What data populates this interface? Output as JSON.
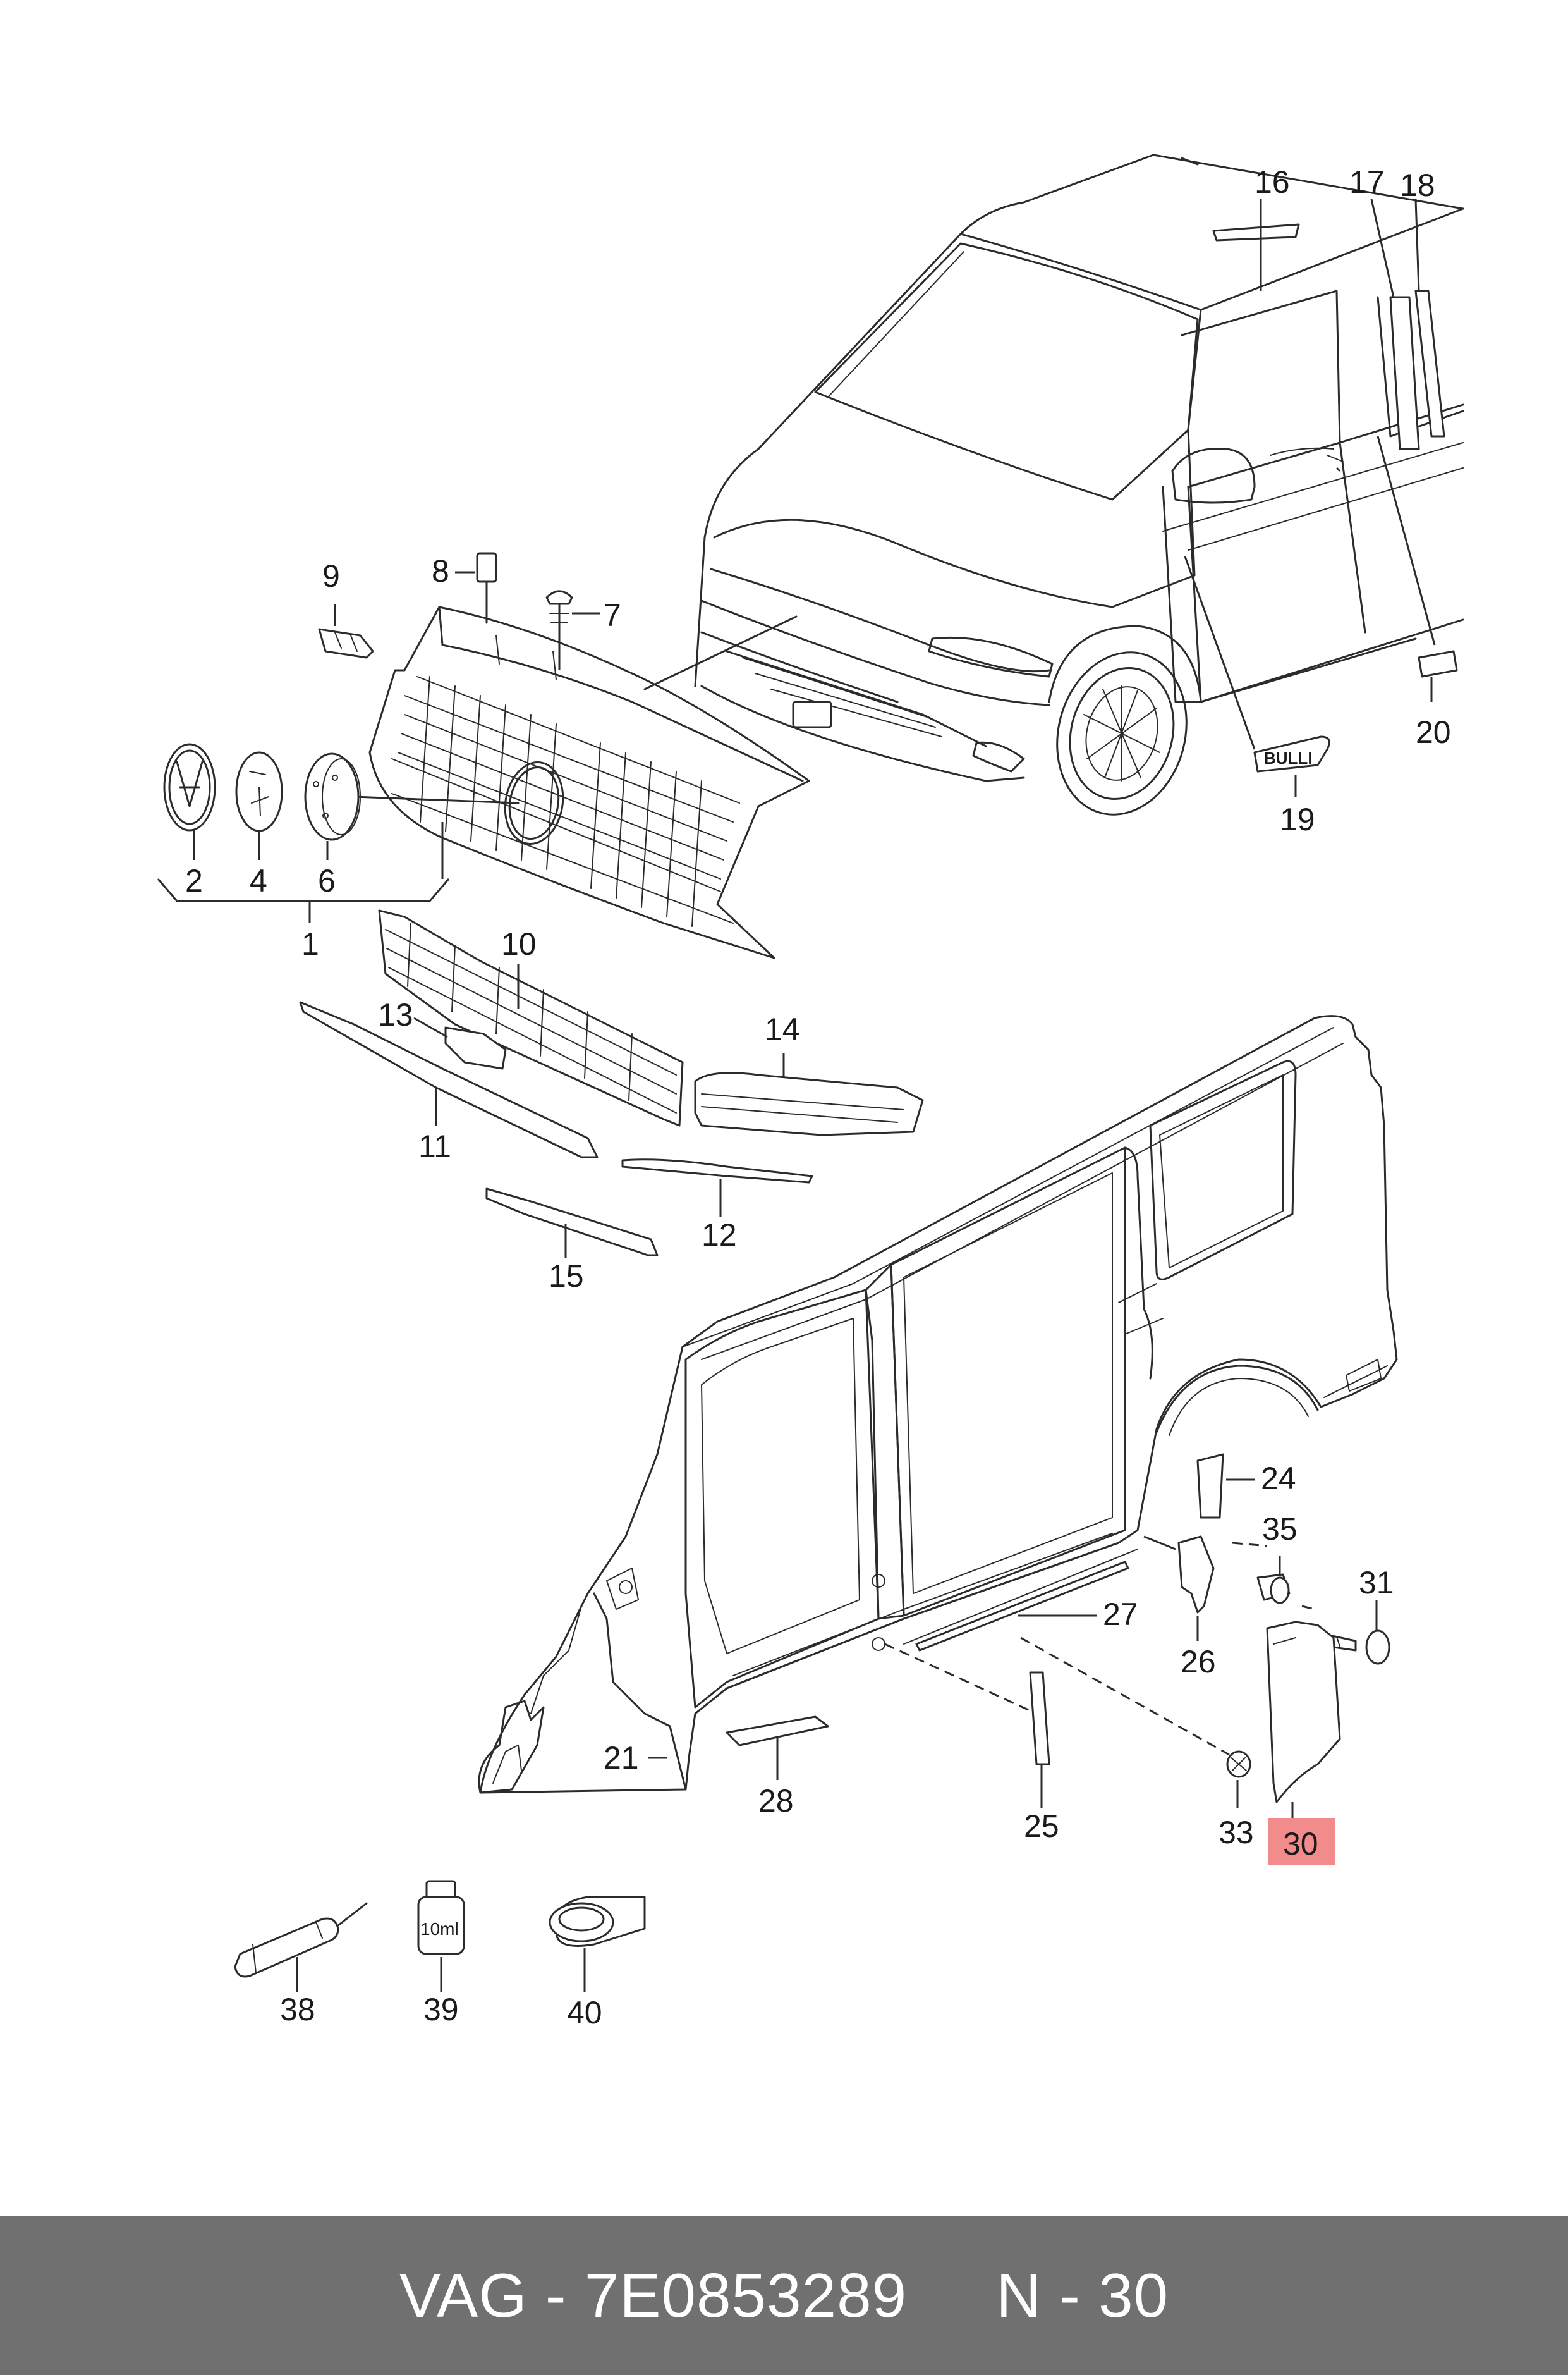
{
  "diagram": {
    "callouts": {
      "c1": "1",
      "c2": "2",
      "c4": "4",
      "c6": "6",
      "c7": "7",
      "c8": "8",
      "c9": "9",
      "c10": "10",
      "c11": "11",
      "c12": "12",
      "c13": "13",
      "c14": "14",
      "c15": "15",
      "c16": "16",
      "c17": "17",
      "c18": "18",
      "c19": "19",
      "c20": "20",
      "c21": "21",
      "c24": "24",
      "c25": "25",
      "c26": "26",
      "c27": "27",
      "c28": "28",
      "c30": "30",
      "c31": "31",
      "c33": "33",
      "c35": "35",
      "c38": "38",
      "c39": "39",
      "c40": "40"
    },
    "highlighted_callout": "30",
    "highlight_color": "#f28b8b",
    "bottle_label": "10ml",
    "badge_text": "BULLI"
  },
  "footer": {
    "brand": "VAG",
    "separator": "-",
    "part_number": "7E0853289",
    "position_label": "N - 30",
    "background": "#707070"
  }
}
